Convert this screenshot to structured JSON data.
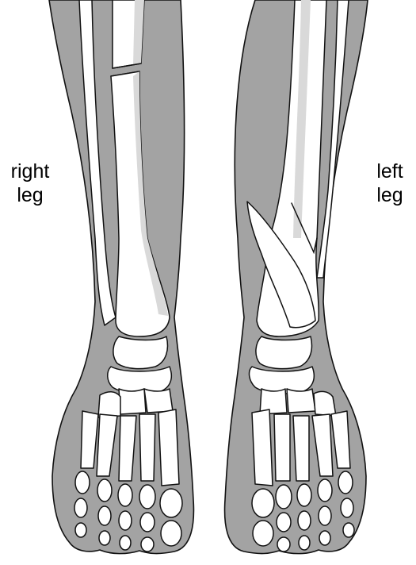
{
  "labels": {
    "right_leg": [
      "right",
      "leg"
    ],
    "left_leg": [
      "left",
      "leg"
    ]
  },
  "colors": {
    "skin": "#a3a3a3",
    "bone": "#ffffff",
    "bone_shade": "#d9d9d9",
    "outline": "#111111"
  }
}
